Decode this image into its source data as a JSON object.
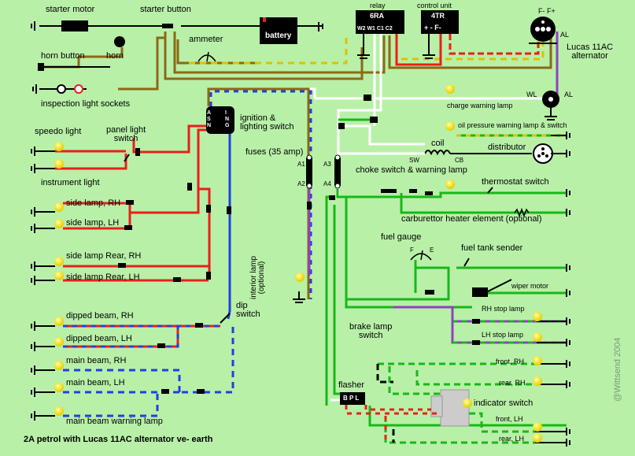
{
  "title": "2A petrol with Lucas 11AC alternator ve- earth",
  "copyright": "@Wittsend 2004",
  "labels": {
    "starter_motor": "starter motor",
    "starter_button": "starter button",
    "ammeter": "ammeter",
    "battery": "battery",
    "relay": "relay",
    "relay_code": "6RA",
    "relay_terms": "W2 W1 C1 C2",
    "control_unit": "control unit",
    "control_code": "4TR",
    "control_terms": "+ - F-",
    "alternator": "Lucas 11AC\nalternator",
    "alt_terms_top": "F- F+",
    "alt_al": "AL",
    "alt_wl": "WL",
    "alt_al2": "AL",
    "horn_button": "horn button",
    "horn": "horn",
    "inspection_sockets": "inspection light sockets",
    "charge_lamp": "charge warning lamp",
    "oil_lamp": "oil pressure warning lamp & switch",
    "ignition_switch": "ignition &\nlighting switch",
    "speedo_light": "speedo light",
    "panel_light_switch": "panel light\nswitch",
    "instrument_light": "instrument light",
    "fuses": "fuses (35 amp)",
    "coil": "coil",
    "distributor": "distributor",
    "sw": "SW",
    "cb": "CB",
    "choke": "choke switch & warning lamp",
    "a1": "A1",
    "a2": "A2",
    "a3": "A3",
    "a4": "A4",
    "thermostat": "thermostat switch",
    "carb_heater": "carburettor heater element (optional)",
    "side_rh": "side lamp, RH",
    "side_lh": "side lamp, LH",
    "side_rear_rh": "side lamp Rear, RH",
    "side_rear_lh": "side lamp Rear, LH",
    "fuel_gauge": "fuel gauge",
    "fuel_sender": "fuel tank sender",
    "gauge_f": "F",
    "gauge_e": "E",
    "interior_lamp": "interior lamp\n(optional)",
    "wiper": "wiper motor",
    "dipped_rh": "dipped beam, RH",
    "dipped_lh": "dipped beam, LH",
    "main_rh": "main beam, RH",
    "main_lh": "main beam, LH",
    "main_warning": "main beam warning lamp",
    "dip_switch": "dip\nswitch",
    "brake_switch": "brake lamp\nswitch",
    "rh_stop": "RH stop lamp",
    "lh_stop": "LH stop lamp",
    "flasher": "flasher",
    "flasher_terms": "B P L",
    "indicator_switch": "indicator switch",
    "front_rh": "front, RH",
    "rear_rh": "rear, RH",
    "front_lh": "front, LH",
    "rear_lh": "rear, LH",
    "ign_terms": "A S N",
    "ign_terms2": "I N G"
  },
  "colors": {
    "background": "#b8f0a8",
    "brown": "#8b6914",
    "red": "#e8201a",
    "blue": "#2040e0",
    "green": "#18b818",
    "white": "#ffffff",
    "purple": "#9040c0",
    "yellow": "#f0e000",
    "black": "#000000"
  }
}
